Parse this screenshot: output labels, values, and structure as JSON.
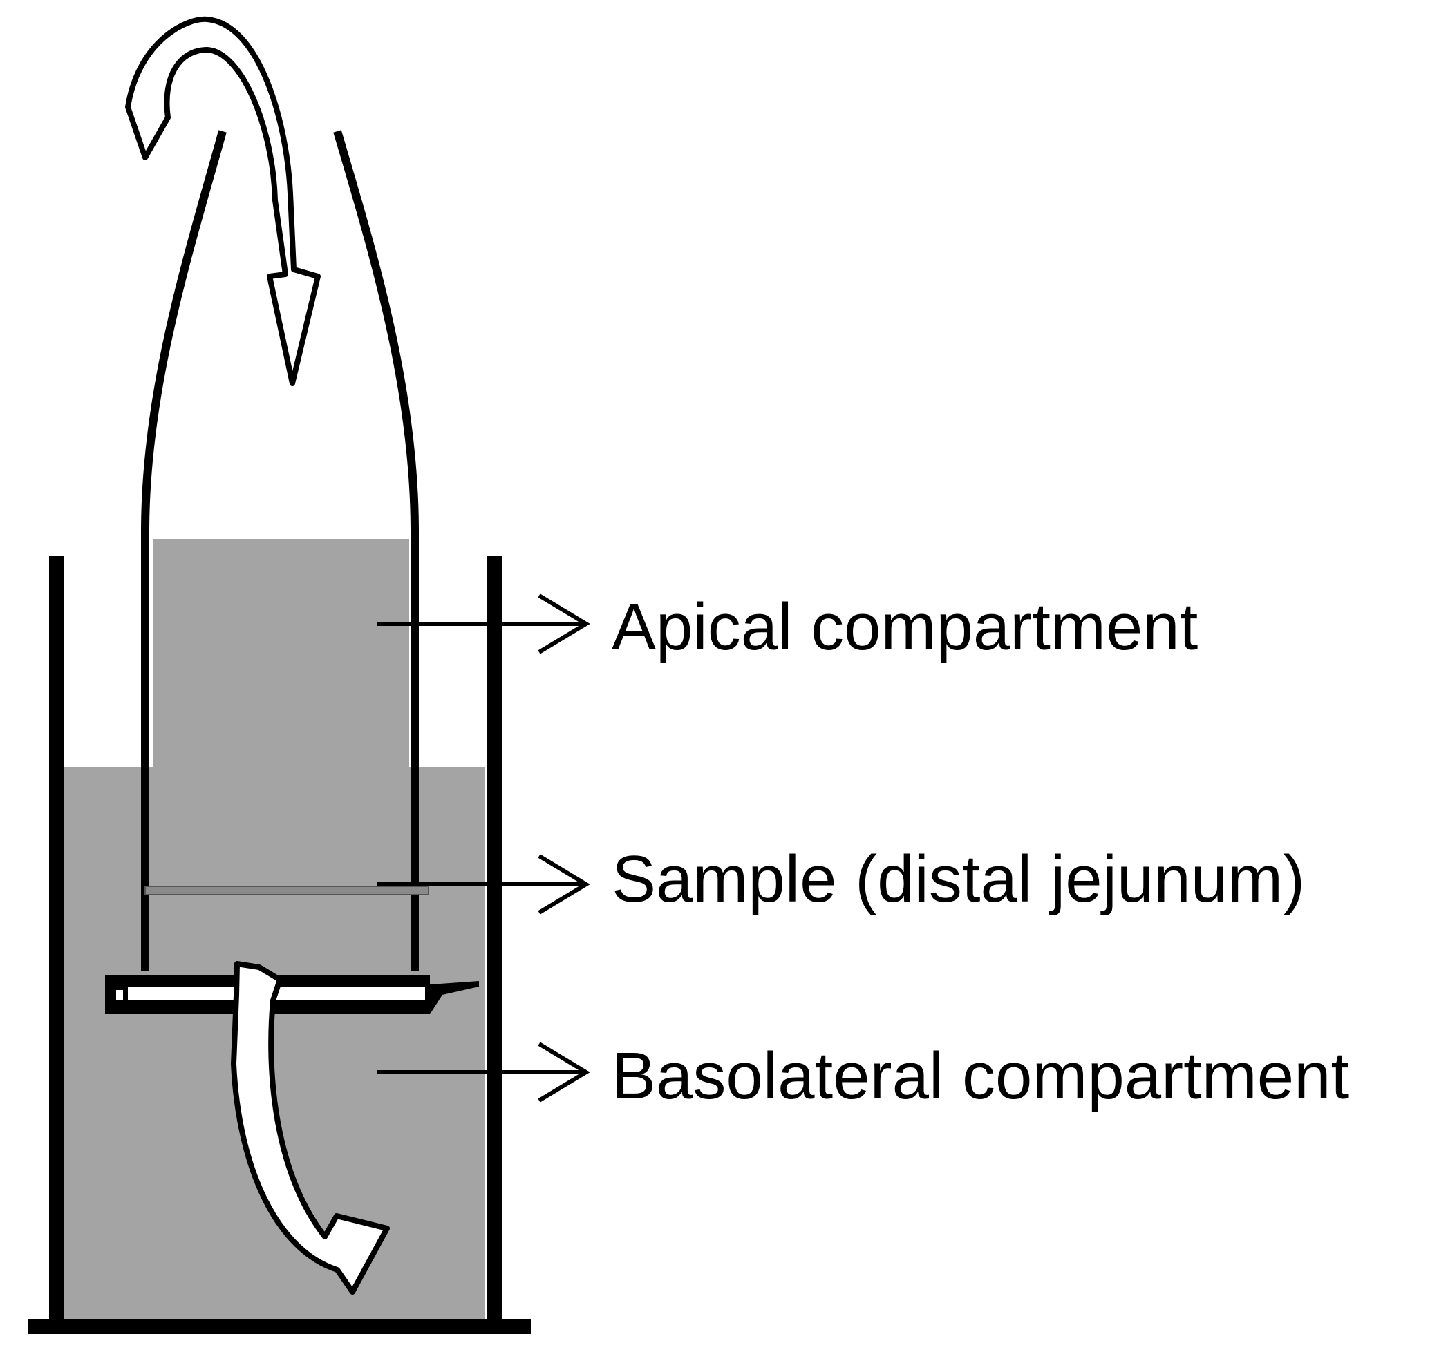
{
  "labels": {
    "apical": "Apical compartment",
    "sample": "Sample (distal jejunum)",
    "basolateral": "Basolateral compartment"
  },
  "colors": {
    "fluid": "#a4a4a4",
    "outline": "#000000",
    "background": "#ffffff",
    "membrane": "#8a8a8a"
  }
}
